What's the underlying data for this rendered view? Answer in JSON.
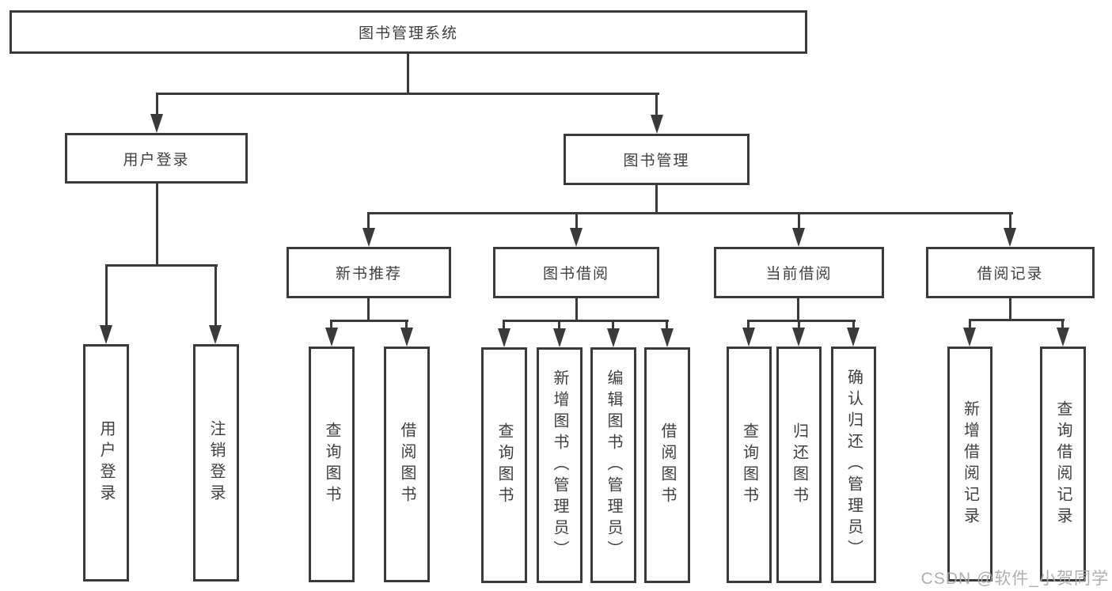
{
  "nodes": {
    "root": {
      "label": "图书管理系统"
    },
    "user_login": {
      "label": "用户登录"
    },
    "book_mgmt": {
      "label": "图书管理"
    },
    "login_user": {
      "label": "用户登录"
    },
    "login_logout": {
      "label": "注销登录"
    },
    "new_rec": {
      "label": "新书推荐"
    },
    "book_borrow": {
      "label": "图书借阅"
    },
    "cur_borrow": {
      "label": "当前借阅"
    },
    "borrow_rec": {
      "label": "借阅记录"
    },
    "rec_query": {
      "label": "查询图书"
    },
    "rec_borrow": {
      "label": "借阅图书"
    },
    "bb_query": {
      "label": "查询图书"
    },
    "bb_add": {
      "label": "新增图书（管理员）"
    },
    "bb_edit": {
      "label": "编辑图书（管理员）"
    },
    "bb_borrow": {
      "label": "借阅图书"
    },
    "cb_query": {
      "label": "查询图书"
    },
    "cb_return": {
      "label": "归还图书"
    },
    "cb_confirm": {
      "label": "确认归还（管理员）"
    },
    "br_add": {
      "label": "新增借阅记录"
    },
    "br_query": {
      "label": "查询借阅记录"
    }
  },
  "edges": [
    [
      "图书管理系统",
      "用户登录"
    ],
    [
      "图书管理系统",
      "图书管理"
    ],
    [
      "用户登录",
      "用户登录"
    ],
    [
      "用户登录",
      "注销登录"
    ],
    [
      "图书管理",
      "新书推荐"
    ],
    [
      "图书管理",
      "图书借阅"
    ],
    [
      "图书管理",
      "当前借阅"
    ],
    [
      "图书管理",
      "借阅记录"
    ],
    [
      "新书推荐",
      "查询图书"
    ],
    [
      "新书推荐",
      "借阅图书"
    ],
    [
      "图书借阅",
      "查询图书"
    ],
    [
      "图书借阅",
      "新增图书（管理员）"
    ],
    [
      "图书借阅",
      "编辑图书（管理员）"
    ],
    [
      "图书借阅",
      "借阅图书"
    ],
    [
      "当前借阅",
      "查询图书"
    ],
    [
      "当前借阅",
      "归还图书"
    ],
    [
      "当前借阅",
      "确认归还（管理员）"
    ],
    [
      "借阅记录",
      "新增借阅记录"
    ],
    [
      "借阅记录",
      "查询借阅记录"
    ]
  ],
  "watermark": {
    "text": "CSDN @软件_小贺同学"
  },
  "colors": {
    "line": "#3a3a3a",
    "text": "#3f3f3f",
    "watermark": "#a8a8a8",
    "background": "#ffffff"
  }
}
